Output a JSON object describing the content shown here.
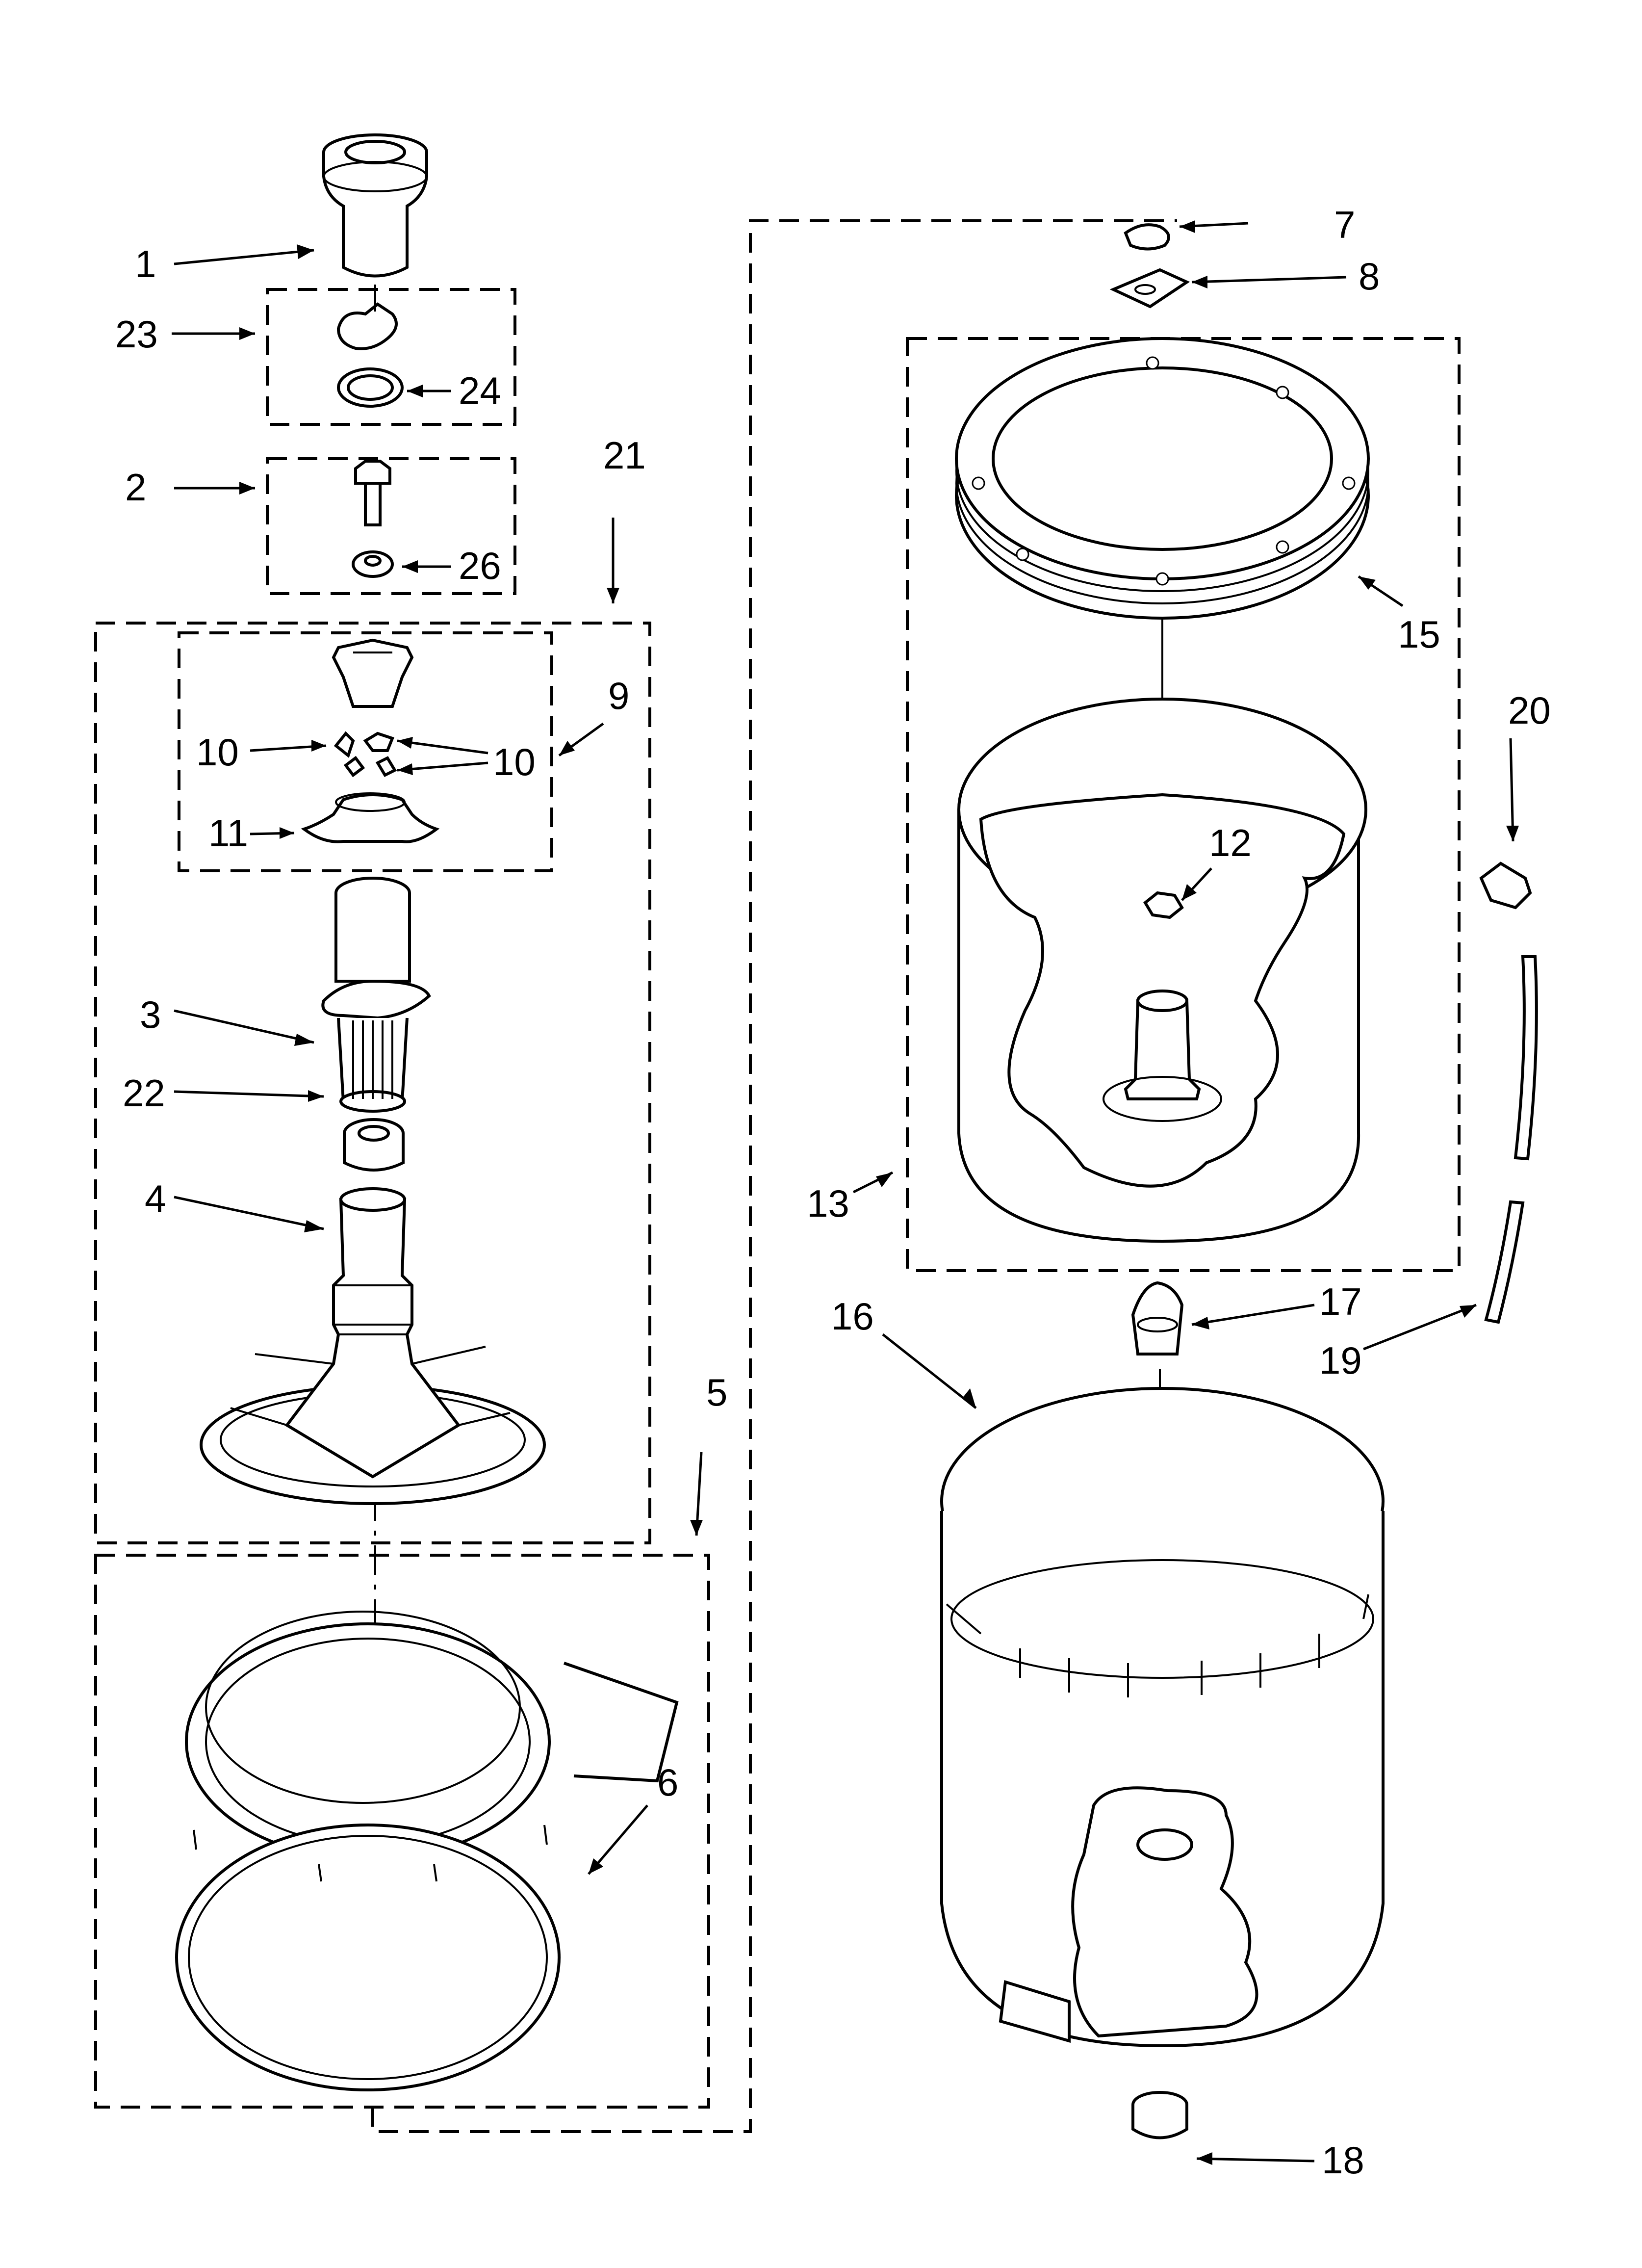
{
  "callouts": {
    "c1": "1",
    "c2": "2",
    "c3": "3",
    "c4": "4",
    "c5": "5",
    "c6": "6",
    "c7": "7",
    "c8": "8",
    "c9": "9",
    "c10a": "10",
    "c10b": "10",
    "c11": "11",
    "c12": "12",
    "c13": "13",
    "c15": "15",
    "c16": "16",
    "c17": "17",
    "c18": "18",
    "c19": "19",
    "c20": "20",
    "c21": "21",
    "c22": "22",
    "c23": "23",
    "c24": "24",
    "c26": "26"
  },
  "parts": [
    {
      "callout": "1",
      "shape": "cap-cup"
    },
    {
      "callout": "2",
      "shape": "bolt"
    },
    {
      "callout": "3",
      "shape": "auger"
    },
    {
      "callout": "4",
      "shape": "agitator-base"
    },
    {
      "callout": "5",
      "shape": "group-frame"
    },
    {
      "callout": "6",
      "shape": "tub-ring"
    },
    {
      "callout": "7",
      "shape": "clip"
    },
    {
      "callout": "8",
      "shape": "bracket"
    },
    {
      "callout": "9",
      "shape": "group-frame"
    },
    {
      "callout": "10",
      "shape": "dog"
    },
    {
      "callout": "11",
      "shape": "cam"
    },
    {
      "callout": "12",
      "shape": "nut"
    },
    {
      "callout": "13",
      "shape": "basket"
    },
    {
      "callout": "15",
      "shape": "balance-ring"
    },
    {
      "callout": "16",
      "shape": "outer-tub"
    },
    {
      "callout": "17",
      "shape": "connector"
    },
    {
      "callout": "18",
      "shape": "plug"
    },
    {
      "callout": "19",
      "shape": "hose"
    },
    {
      "callout": "20",
      "shape": "clamp"
    },
    {
      "callout": "21",
      "shape": "group-frame"
    },
    {
      "callout": "22",
      "shape": "ratchet"
    },
    {
      "callout": "23",
      "shape": "group-frame"
    },
    {
      "callout": "24",
      "shape": "o-ring"
    },
    {
      "callout": "26",
      "shape": "washer"
    }
  ],
  "colors": {
    "line": "#000000",
    "background": "#ffffff"
  }
}
